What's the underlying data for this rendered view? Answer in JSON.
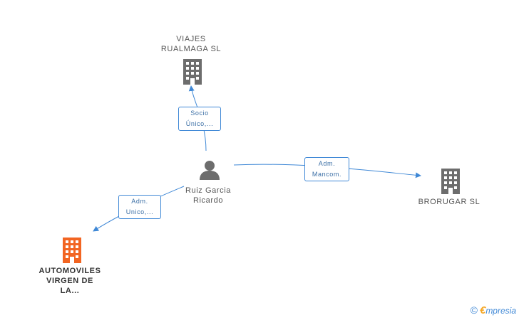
{
  "colors": {
    "edge": "#3f88d6",
    "building_default": "#6d6d6d",
    "building_highlight": "#f26522",
    "person": "#6d6d6d"
  },
  "nodes": {
    "viajes": {
      "line1": "VIAJES",
      "line2": "RUALMAGA SL",
      "icon": "building-icon"
    },
    "person": {
      "line1": "Ruiz Garcia",
      "line2": "Ricardo",
      "icon": "person-icon"
    },
    "brorugar": {
      "line1": "BRORUGAR SL",
      "icon": "building-icon"
    },
    "automoviles": {
      "line1": "AUTOMOVILES",
      "line2": "VIRGEN DE",
      "line3": "LA...",
      "icon": "building-icon"
    }
  },
  "edges": {
    "socio": {
      "line1": "Socio",
      "line2": "Único,..."
    },
    "mancom": {
      "line1": "Adm.",
      "line2": "Mancom."
    },
    "unico": {
      "line1": "Adm.",
      "line2": "Unico,..."
    }
  },
  "footer": {
    "copyright": "©",
    "brand_initial": "€",
    "brand_rest": "mpresia"
  }
}
